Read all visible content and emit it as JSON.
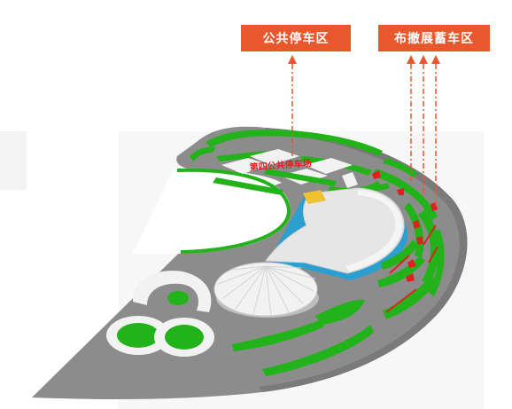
{
  "labels": {
    "public_parking": "公共停车区",
    "exhibit_parking": "布撤展蓄车区"
  },
  "map_texts": {
    "lot_name": "第四公共停车场"
  },
  "colors": {
    "label_bg": "#e9572c",
    "label_text": "#ffffff",
    "ground": "#8c8c8c",
    "green": "#22b21a",
    "building": "#e6e6e6",
    "building_edge": "#2a9fd0",
    "guide_line": "#e9572c",
    "lot_text": "#e02020"
  }
}
